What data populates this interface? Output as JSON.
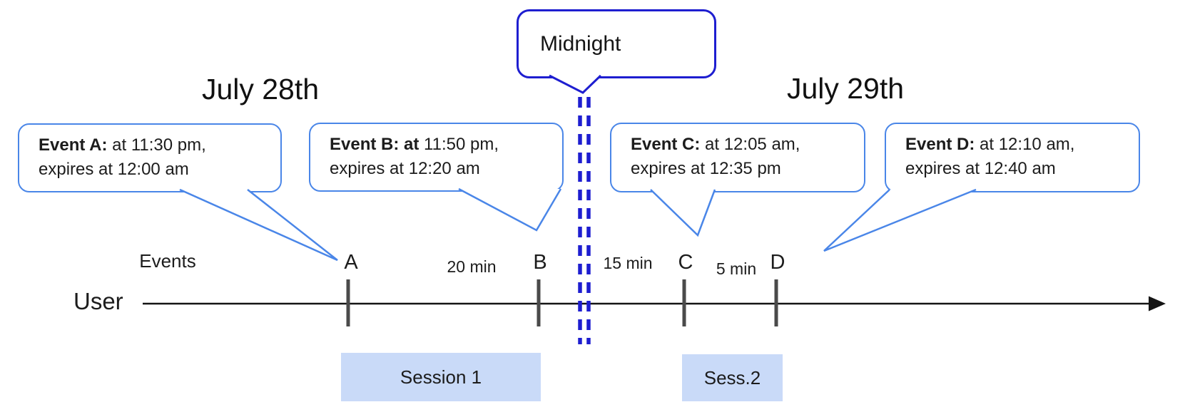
{
  "diagram": {
    "dates": [
      {
        "label": "July 28th"
      },
      {
        "label": "July 29th"
      }
    ],
    "midnight_callout": {
      "label": "Midnight"
    },
    "event_callouts": [
      {
        "id": "A",
        "bold": "Event A:",
        "rest": " at 11:30 pm,",
        "line2": "expires at 12:00 am"
      },
      {
        "id": "B",
        "bold": "Event B: at",
        "rest": " 11:50 pm,",
        "line2": "expires at 12:20 am"
      },
      {
        "id": "C",
        "bold": "Event C:",
        "rest": " at 12:05 am,",
        "line2": "expires at 12:35 pm"
      },
      {
        "id": "D",
        "bold": "Event D:",
        "rest": " at 12:10 am,",
        "line2": "expires at 12:40 am"
      }
    ],
    "axis": {
      "events_label": "Events",
      "user_label": "User"
    },
    "ticks": [
      {
        "label": "A"
      },
      {
        "label": "B"
      },
      {
        "label": "C"
      },
      {
        "label": "D"
      }
    ],
    "gaps": [
      {
        "label": "20 min"
      },
      {
        "label": "15 min"
      },
      {
        "label": "5 min"
      }
    ],
    "sessions": [
      {
        "label": "Session 1"
      },
      {
        "label": "Sess.2"
      }
    ],
    "colors": {
      "event_callout_border": "#4a86e8",
      "midnight_blue": "#1e1ed0",
      "session_fill": "#c9daf8",
      "tick_gray": "#4a4a4a",
      "timeline_black": "#141414",
      "text": "#1c1c1c"
    }
  }
}
